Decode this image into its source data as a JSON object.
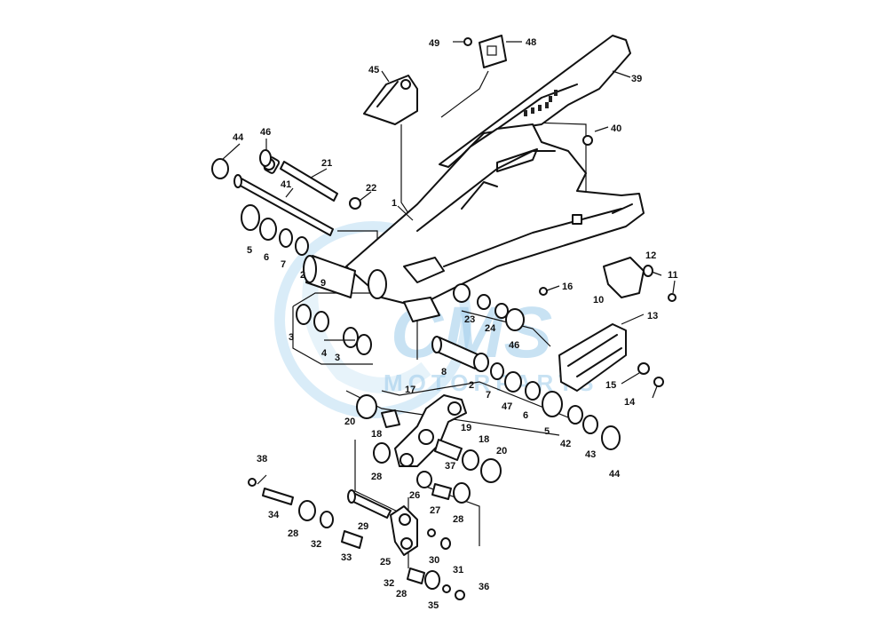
{
  "watermark": {
    "brand": "CMS",
    "sub": "MOTORPARTS",
    "color": "#4aa3dc"
  },
  "part_labels": [
    {
      "key": "p49",
      "text": "49"
    },
    {
      "key": "p48",
      "text": "48"
    },
    {
      "key": "p39",
      "text": "39"
    },
    {
      "key": "p45",
      "text": "45"
    },
    {
      "key": "p40",
      "text": "40"
    },
    {
      "key": "p44a",
      "text": "44"
    },
    {
      "key": "p46a",
      "text": "46"
    },
    {
      "key": "p21",
      "text": "21"
    },
    {
      "key": "p41",
      "text": "41"
    },
    {
      "key": "p22",
      "text": "22"
    },
    {
      "key": "p1",
      "text": "1"
    },
    {
      "key": "p5a",
      "text": "5"
    },
    {
      "key": "p6a",
      "text": "6"
    },
    {
      "key": "p7a",
      "text": "7"
    },
    {
      "key": "p2a",
      "text": "2"
    },
    {
      "key": "p9a",
      "text": "9"
    },
    {
      "key": "p12",
      "text": "12"
    },
    {
      "key": "p11",
      "text": "11"
    },
    {
      "key": "p10",
      "text": "10"
    },
    {
      "key": "p16",
      "text": "16"
    },
    {
      "key": "p13",
      "text": "13"
    },
    {
      "key": "p3a",
      "text": "3"
    },
    {
      "key": "p4",
      "text": "4"
    },
    {
      "key": "p3b",
      "text": "3"
    },
    {
      "key": "p23",
      "text": "23"
    },
    {
      "key": "p24",
      "text": "24"
    },
    {
      "key": "p46b",
      "text": "46"
    },
    {
      "key": "p8",
      "text": "8"
    },
    {
      "key": "p2b",
      "text": "2"
    },
    {
      "key": "p7b",
      "text": "7"
    },
    {
      "key": "p47",
      "text": "47"
    },
    {
      "key": "p6b",
      "text": "6"
    },
    {
      "key": "p5b",
      "text": "5"
    },
    {
      "key": "p15",
      "text": "15"
    },
    {
      "key": "p14",
      "text": "14"
    },
    {
      "key": "p17",
      "text": "17"
    },
    {
      "key": "p20a",
      "text": "20"
    },
    {
      "key": "p18a",
      "text": "18"
    },
    {
      "key": "p19",
      "text": "19"
    },
    {
      "key": "p18b",
      "text": "18"
    },
    {
      "key": "p20b",
      "text": "20"
    },
    {
      "key": "p42",
      "text": "42"
    },
    {
      "key": "p43",
      "text": "43"
    },
    {
      "key": "p44b",
      "text": "44"
    },
    {
      "key": "p37",
      "text": "37"
    },
    {
      "key": "p28a",
      "text": "28"
    },
    {
      "key": "p26",
      "text": "26"
    },
    {
      "key": "p27",
      "text": "27"
    },
    {
      "key": "p28b",
      "text": "28"
    },
    {
      "key": "p38",
      "text": "38"
    },
    {
      "key": "p34",
      "text": "34"
    },
    {
      "key": "p28c",
      "text": "28"
    },
    {
      "key": "p32a",
      "text": "32"
    },
    {
      "key": "p29",
      "text": "29"
    },
    {
      "key": "p33",
      "text": "33"
    },
    {
      "key": "p25",
      "text": "25"
    },
    {
      "key": "p30",
      "text": "30"
    },
    {
      "key": "p31",
      "text": "31"
    },
    {
      "key": "p32b",
      "text": "32"
    },
    {
      "key": "p28d",
      "text": "28"
    },
    {
      "key": "p36",
      "text": "36"
    },
    {
      "key": "p35",
      "text": "35"
    }
  ]
}
